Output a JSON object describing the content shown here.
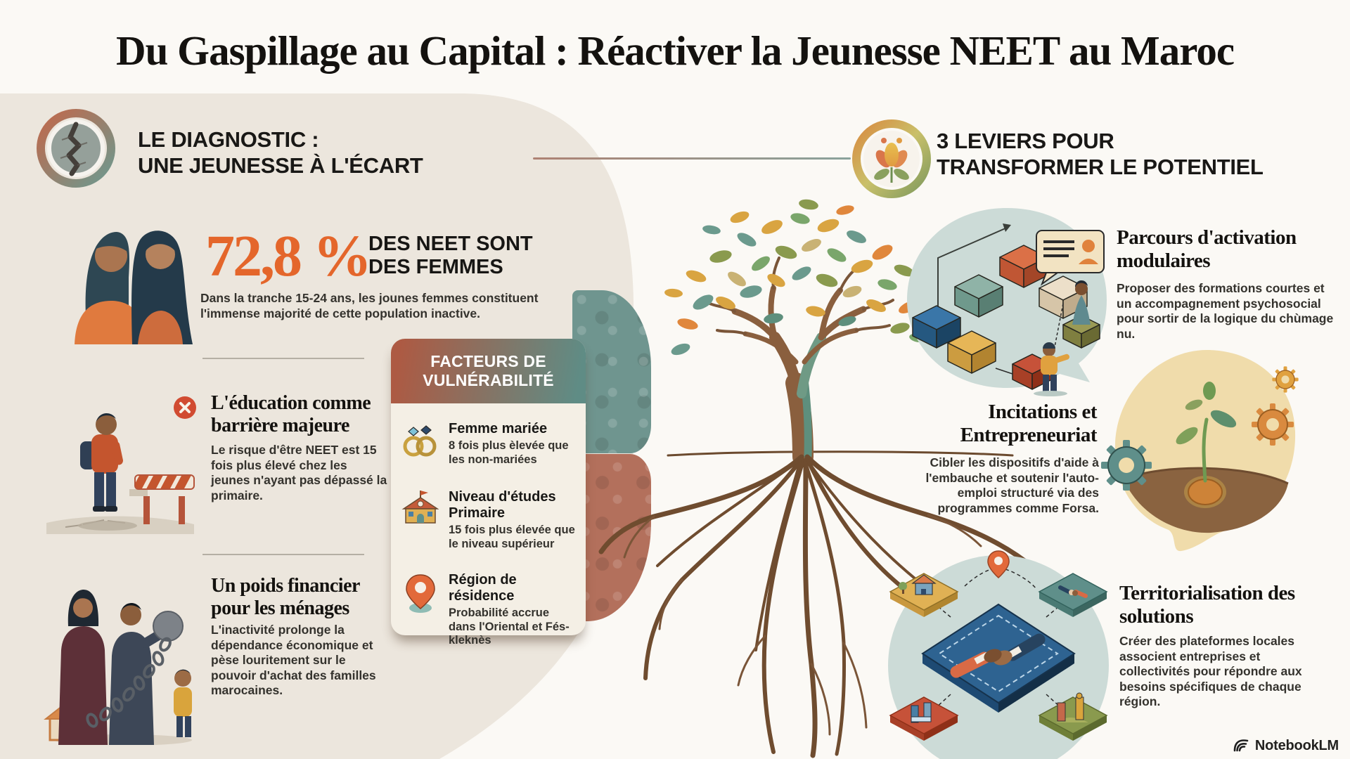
{
  "page": {
    "title": "Du Gaspillage au Capital : Réactiver la Jeunesse NEET au Maroc",
    "brand": "NotebookLM"
  },
  "colors": {
    "accent_orange": "#e4662b",
    "terracotta": "#ad5a43",
    "teal": "#5f8c85",
    "cream_blob": "#ece6dd",
    "background": "#fbf9f5",
    "text_dark": "#1d1c1a"
  },
  "left_section": {
    "header_line1": "LE DIAGNOSTIC :",
    "header_line2": "UNE JEUNESSE À L'ÉCART",
    "stat": {
      "value": "72,8 %",
      "label_line1": "DES NEET SONT",
      "label_line2": "DES FEMMES",
      "description": "Dans la tranche 15-24 ans, les jounes femmes constituent l'immense majorité de cette population inactive."
    },
    "items": [
      {
        "title": "L'éducation comme barrière majeure",
        "body": "Le risque d'être NEET est 15 fois plus élevé chez les jeunes n'ayant pas dépassé la primaire."
      },
      {
        "title": "Un poids financier pour les ménages",
        "body": "L'inactivité prolonge la dépendance économique et pèse louritement sur le pouvoir d'achat des familles marocaines."
      }
    ]
  },
  "factors_panel": {
    "header_line1": "FACTEURS DE",
    "header_line2": "VULNÉRABILITÉ",
    "items": [
      {
        "icon": "wedding-rings-icon",
        "title": "Femme mariée",
        "body": "8 fois plus èlevée que les non-mariées"
      },
      {
        "icon": "school-icon",
        "title": "Niveau d'études Primaire",
        "body": "15 fois plus élevée que le niveau supérieur"
      },
      {
        "icon": "location-pin-icon",
        "title": "Région de résidence",
        "body": "Probabilité accrue dans l'Oriental et Fés-kleknès"
      }
    ]
  },
  "right_section": {
    "header_line1": "3 LEVIERS POUR",
    "header_line2": "TRANSFORMER LE POTENTIEL",
    "items": [
      {
        "title": "Parcours d'activation modulaires",
        "body": "Proposer des formations courtes et un accompagnement psychosocial pour sortir de la logique du chùmage nu."
      },
      {
        "title": "Incitations et Entrepreneuriat",
        "body": "Cibler les dispositifs d'aide à l'embauche et soutenir l'auto-emploi structuré via des programmes comme Forsa."
      },
      {
        "title": "Territorialisation des solutions",
        "body": "Créer des plateformes locales associent entreprises et collectivités pour répondre aux besoins spécifiques de chaque région."
      }
    ]
  }
}
